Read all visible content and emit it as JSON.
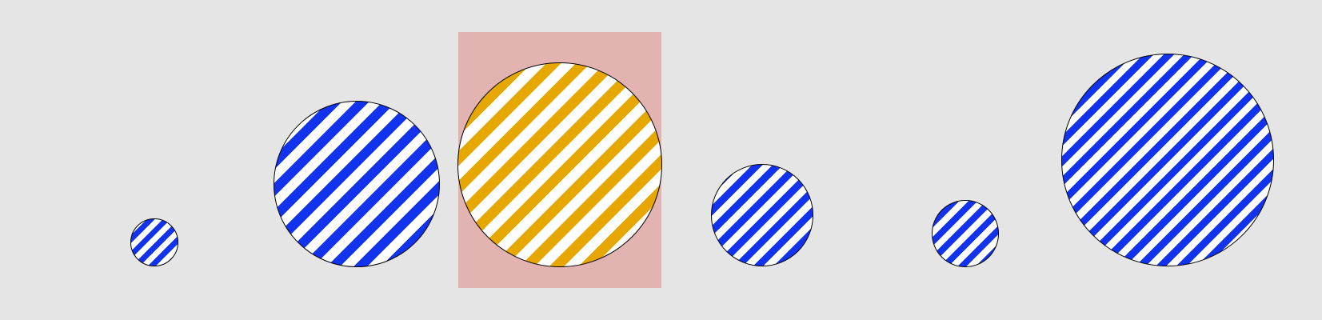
{
  "colors": {
    "background": "#e5e5e5",
    "selection_highlight": "#e3b3b1",
    "stripe_light": "#ffffff",
    "stripe_blue": "#1133ee",
    "stripe_gold": "#e5a700",
    "outline": "#000000"
  },
  "shapes": [
    {
      "name": "striped-circle-1",
      "stripe_color": "#1133ee",
      "selected": false
    },
    {
      "name": "striped-circle-2",
      "stripe_color": "#1133ee",
      "selected": false
    },
    {
      "name": "striped-circle-3",
      "stripe_color": "#e5a700",
      "selected": true
    },
    {
      "name": "striped-circle-4",
      "stripe_color": "#1133ee",
      "selected": false
    },
    {
      "name": "striped-circle-5",
      "stripe_color": "#1133ee",
      "selected": false
    },
    {
      "name": "striped-circle-6",
      "stripe_color": "#1133ee",
      "selected": false
    }
  ]
}
